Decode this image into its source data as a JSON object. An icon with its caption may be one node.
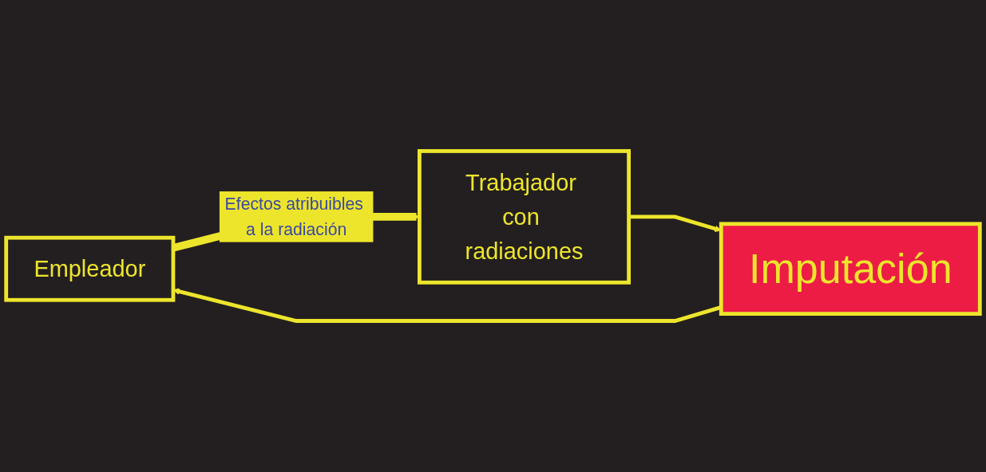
{
  "diagram": {
    "nodes": [
      {
        "text": [
          "Empleador"
        ]
      },
      {
        "text": [
          "Trabajador con radiaciones"
        ]
      },
      {
        "text": [
          "Imputación"
        ]
      }
    ],
    "edges": [
      {
        "from": 0,
        "to": 1,
        "arrow": "to",
        "label": "Efectos atribuibles a la radiación",
        "style": "thick"
      },
      {
        "from": 1,
        "to": 2,
        "arrow": "to"
      },
      {
        "from": 2,
        "to": 0,
        "arrow": "to"
      }
    ]
  }
}
